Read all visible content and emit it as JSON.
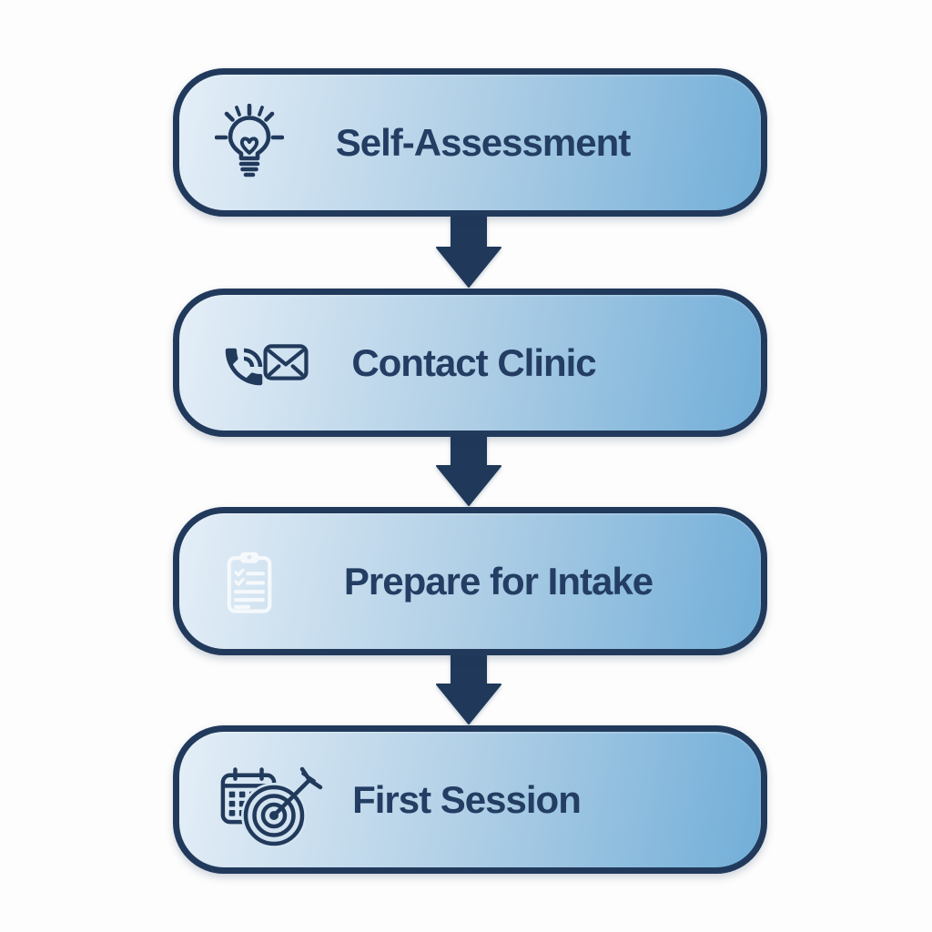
{
  "page": {
    "background": "#fdfdfd",
    "type": "vertical-flowchart-infographic"
  },
  "flowchart": {
    "steps": [
      {
        "label": "Self-Assessment",
        "icons": [
          "lightbulb-icon"
        ]
      },
      {
        "label": "Contact Clinic",
        "icons": [
          "phone-icon",
          "envelope-icon"
        ]
      },
      {
        "label": "Prepare for Intake",
        "icons": [
          "clipboard-checklist-icon"
        ]
      },
      {
        "label": "First Session",
        "icons": [
          "calendar-icon",
          "target-dart-icon"
        ]
      }
    ],
    "connector_direction": "down",
    "connector_arrow_count": 3
  },
  "colors": {
    "box_border": "#213a5c",
    "box_gradient_left": "#e4eef7",
    "box_gradient_mid": "#b0cfe6",
    "box_gradient_right": "#72aed8",
    "arrow": "#20395a",
    "label_text": "#233d63",
    "icon_dark": "#213a5c",
    "icon_light": "#f5f9fc"
  }
}
